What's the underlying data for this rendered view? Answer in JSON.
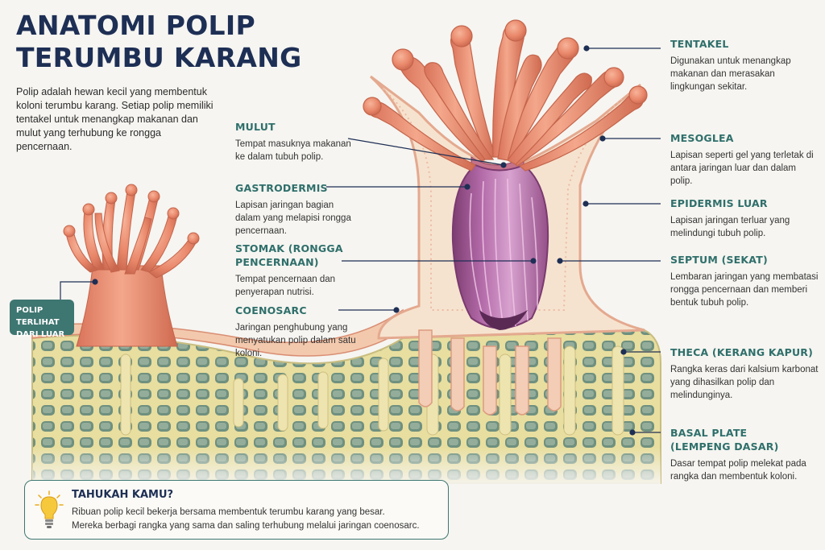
{
  "title": [
    "ANATOMI POLIP",
    "TERUMBU KARANG"
  ],
  "intro": "Polip adalah hewan kecil yang membentuk koloni terumbu karang. Setiap polip memiliki tentakel untuk menangkap makanan dan mulut yang terhubung ke rongga pencernaan.",
  "badge": [
    "POLIP TERLIHAT",
    "DARI LUAR"
  ],
  "labels": {
    "mulut": {
      "title": "MULUT",
      "desc": "Tempat masuknya makanan ke dalam tubuh polip."
    },
    "gastrodermis": {
      "title": "GASTRODERMIS",
      "desc": "Lapisan jaringan bagian dalam yang melapisi rongga pencernaan."
    },
    "stomak": {
      "title": "STOMAK (RONGGA PENCERNAAN)",
      "desc": "Tempat pencernaan dan penyerapan nutrisi."
    },
    "coenosarc": {
      "title": "COENOSARC",
      "desc": "Jaringan penghubung yang menyatukan polip dalam satu koloni."
    },
    "tentakel": {
      "title": "TENTAKEL",
      "desc": "Digunakan untuk menangkap makanan dan merasakan lingkungan sekitar."
    },
    "mesoglea": {
      "title": "MESOGLEA",
      "desc": "Lapisan seperti gel yang terletak di antara jaringan luar dan dalam polip."
    },
    "epidermis": {
      "title": "EPIDERMIS LUAR",
      "desc": "Lapisan jaringan terluar yang melindungi tubuh polip."
    },
    "septum": {
      "title": "SEPTUM (SEKAT)",
      "desc": "Lembaran jaringan yang membatasi rongga pencernaan dan memberi bentuk tubuh polip."
    },
    "theca": {
      "title": "THECA (KERANG KAPUR)",
      "desc": "Rangka keras dari kalsium karbonat yang dihasilkan polip dan melindunginya."
    },
    "basal": {
      "title": "BASAL PLATE (LEMPENG DASAR)",
      "desc": "Dasar tempat polip melekat pada rangka dan membentuk koloni."
    }
  },
  "fact": {
    "title": "TAHUKAH KAMU?",
    "lines": [
      "Ribuan polip kecil bekerja bersama membentuk terumbu karang yang besar.",
      "Mereka berbagi rangka yang sama dan saling terhubung melalui jaringan coenosarc."
    ],
    "icon": "lightbulb-icon"
  },
  "colors": {
    "title": "#1e2f55",
    "label": "#2f6f6b",
    "badge": "#3e7671",
    "tentacle": "#e9876a",
    "skeleton": "#e7dca2",
    "pore": "#6e8e7e",
    "stomach": "#a85d9e"
  }
}
